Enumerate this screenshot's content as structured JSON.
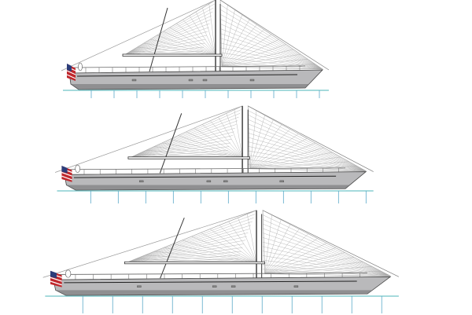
{
  "drawing": {
    "views": [
      {
        "id": "profile-a",
        "stations": 10
      },
      {
        "id": "profile-b",
        "stations": 10
      },
      {
        "id": "profile-c",
        "stations": 10
      }
    ]
  },
  "colors": {
    "hull": "#b9b9bb",
    "hull_dark": "#6e6e70",
    "sail_line": "#a8a8a8",
    "rig": "#333333",
    "waterline": "#6fc3c6",
    "flag_red": "#c0282d",
    "flag_blue": "#2b3d7a"
  }
}
